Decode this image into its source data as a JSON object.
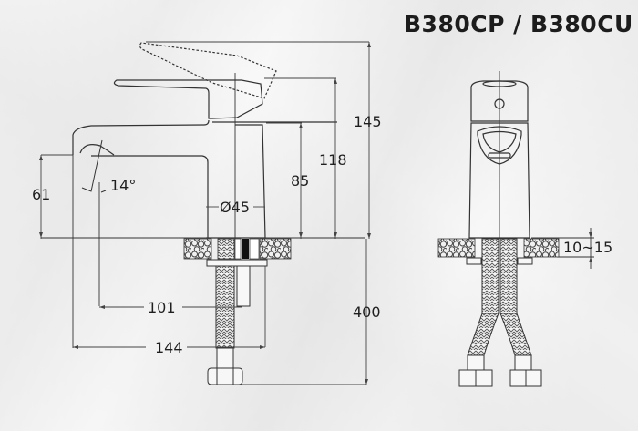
{
  "header": {
    "title": "B380CP / B380CU"
  },
  "side_view": {
    "dimensions": {
      "total_height": "145",
      "lever_height": "118",
      "body_height": "85",
      "spout_height": "61",
      "spout_angle": "14°",
      "base_diameter": "Ø45",
      "spout_reach_inner": "101",
      "spout_reach_total": "144",
      "hose_length": "400"
    }
  },
  "front_view": {
    "dimensions": {
      "counter_thickness": "10~15"
    }
  },
  "colors": {
    "line": "#333333",
    "text": "#1c1c1c",
    "background": "#f2f2f2"
  }
}
